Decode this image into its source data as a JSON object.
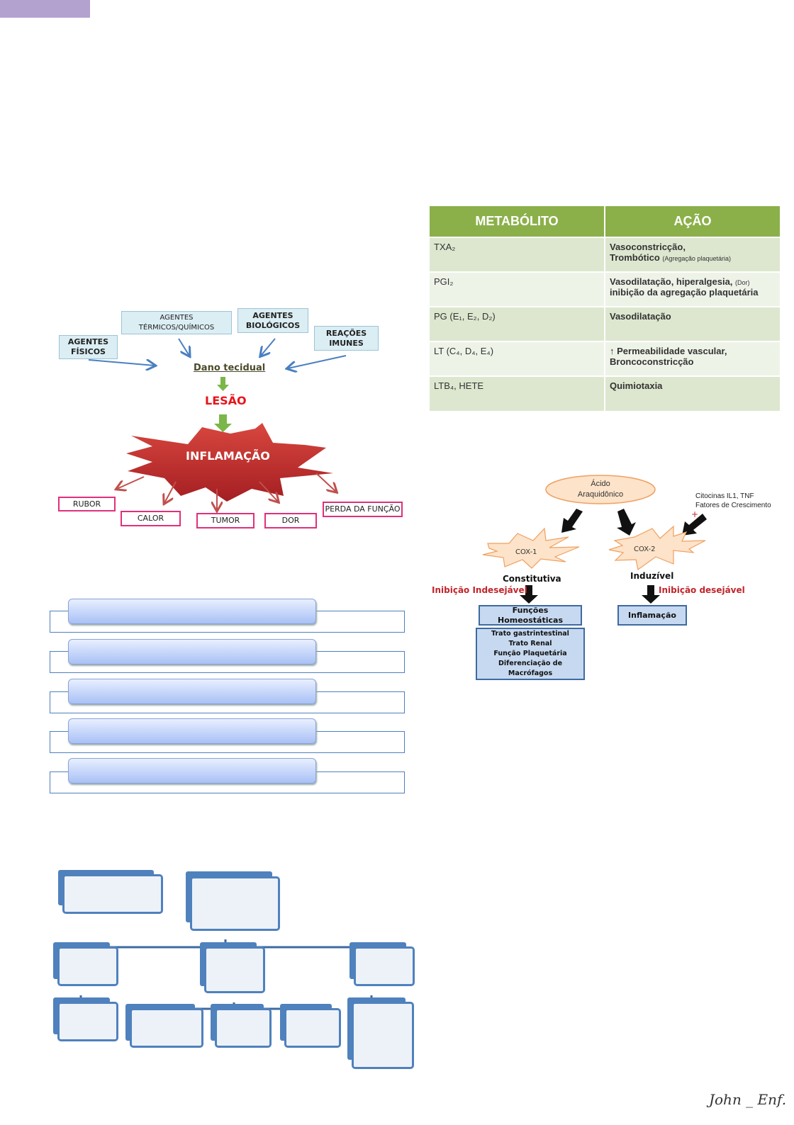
{
  "inflammation_diagram": {
    "agents": [
      "AGENTES FÍSICOS",
      "AGENTES TÉRMICOS/QUÍMICOS",
      "AGENTES BIOLÓGICOS",
      "REAÇÕES IMUNES"
    ],
    "damage": "Dano tecidual",
    "lesion": "LESÃO",
    "center": "INFLAMAÇÃO",
    "signs": [
      "RUBOR",
      "CALOR",
      "TUMOR",
      "DOR",
      "PERDA DA FUNÇÃO"
    ],
    "colors": {
      "lesion": "#e8141b",
      "star": "#c0272d",
      "arrow_green": "#7ab648",
      "sign_border": "#e0307a"
    }
  },
  "metabolite_table": {
    "headers": [
      "METABÓLITO",
      "AÇÃO"
    ],
    "rows": [
      {
        "metabolite": "TXA₂",
        "action": "Vasoconstricção,",
        "action2": "Trombótico",
        "note": "(Agregação plaquetária)"
      },
      {
        "metabolite": "PGI₂",
        "action": "Vasodilatação, hiperalgesia,",
        "note": "(Dor)",
        "action2": "inibição da agregação plaquetária"
      },
      {
        "metabolite": "PG (E₁, E₂, D₂)",
        "action": "Vasodilatação"
      },
      {
        "metabolite": "LT (C₄, D₄, E₄)",
        "action": "↑ Permeabilidade vascular,",
        "action2": "Broncoconstricção"
      },
      {
        "metabolite": "LTB₄, HETE",
        "action": "Quimiotaxia"
      }
    ],
    "header_color": "#8bb04a"
  },
  "cox_diagram": {
    "source": "Ácido Araquidônico",
    "stimuli": [
      "Citocinas IL1, TNF",
      "Fatores de Crescimento"
    ],
    "plus": "+",
    "cox1": "COX-1",
    "cox1_type": "Constitutiva",
    "cox1_inhibition": "Inibição Indesejável",
    "cox2": "COX-2",
    "cox2_type": "Induzível",
    "cox2_inhibition": "Inibição desejável",
    "cox1_result": "Funções Homeostáticas",
    "cox1_details": [
      "Trato gastrintestinal",
      "Trato Renal",
      "Função Plaquetária",
      "Diferenciação de Macrófagos"
    ],
    "cox2_result": "Inflamação"
  },
  "signature": "John _ Enf."
}
